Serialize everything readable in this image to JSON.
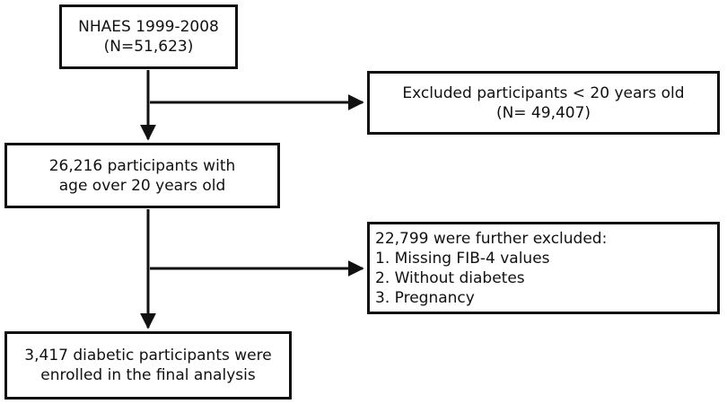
{
  "boxes": {
    "source": {
      "lines": [
        "NHAES 1999-2008",
        "(N=51,623)"
      ]
    },
    "excluded_age": {
      "lines": [
        "Excluded participants < 20 years old",
        "(N= 49,407)"
      ]
    },
    "adults": {
      "lines": [
        "26,216 participants with",
        "age over 20 years old"
      ]
    },
    "excluded_further": {
      "heading": "22,799 were further excluded:",
      "items": [
        "1. Missing FIB-4 values",
        "2. Without diabetes",
        "3. Pregnancy"
      ]
    },
    "final": {
      "lines": [
        "3,417 diabetic participants were",
        "enrolled in the final analysis"
      ]
    }
  },
  "colors": {
    "stroke": "#111111",
    "background": "#ffffff"
  }
}
